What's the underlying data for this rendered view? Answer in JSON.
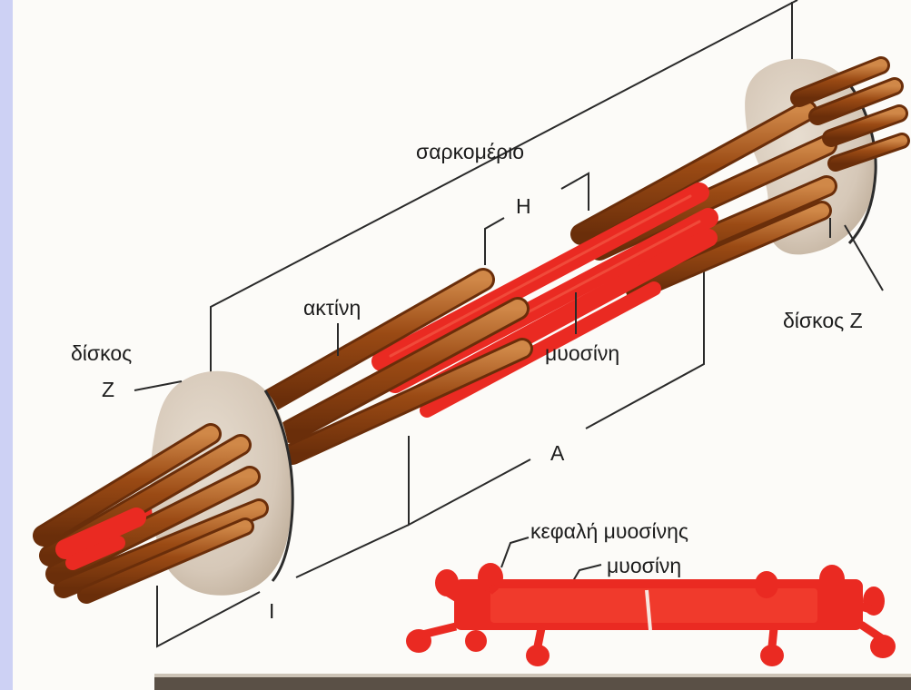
{
  "labels": {
    "sarcomere": "σαρκομέριο",
    "h_band": "Η",
    "actin": "ακτίνη",
    "myosin": "μυοσίνη",
    "disc_left_word": "δίσκος",
    "disc_left_letter": "Z",
    "disc_right": "δίσκος Z",
    "a_band": "Α",
    "i_band": "Ι",
    "myosin_head": "κεφαλή μυοσίνης",
    "myosin_inset": "μυοσίνη"
  },
  "colors": {
    "sidebar": "#cdd1f4",
    "background": "#fcfbf8",
    "actin": "#9a4a14",
    "actin_highlight": "#c87a3a",
    "myosin": "#ea2a22",
    "z_disc": "#d9cdbf",
    "lines": "#2a2a2a"
  }
}
